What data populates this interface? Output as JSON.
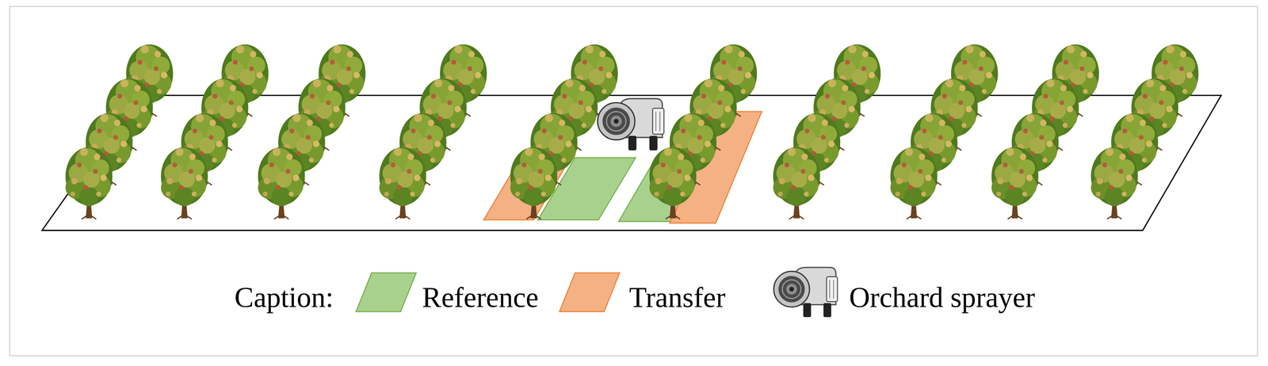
{
  "diagram": {
    "labels": [
      "Caption:"
    ],
    "legend": [
      {
        "text": "Reference",
        "color": "#a9d18e"
      },
      {
        "text": "Transfer",
        "color": "#f4b183"
      },
      {
        "text": "Orchard sprayer"
      }
    ]
  }
}
